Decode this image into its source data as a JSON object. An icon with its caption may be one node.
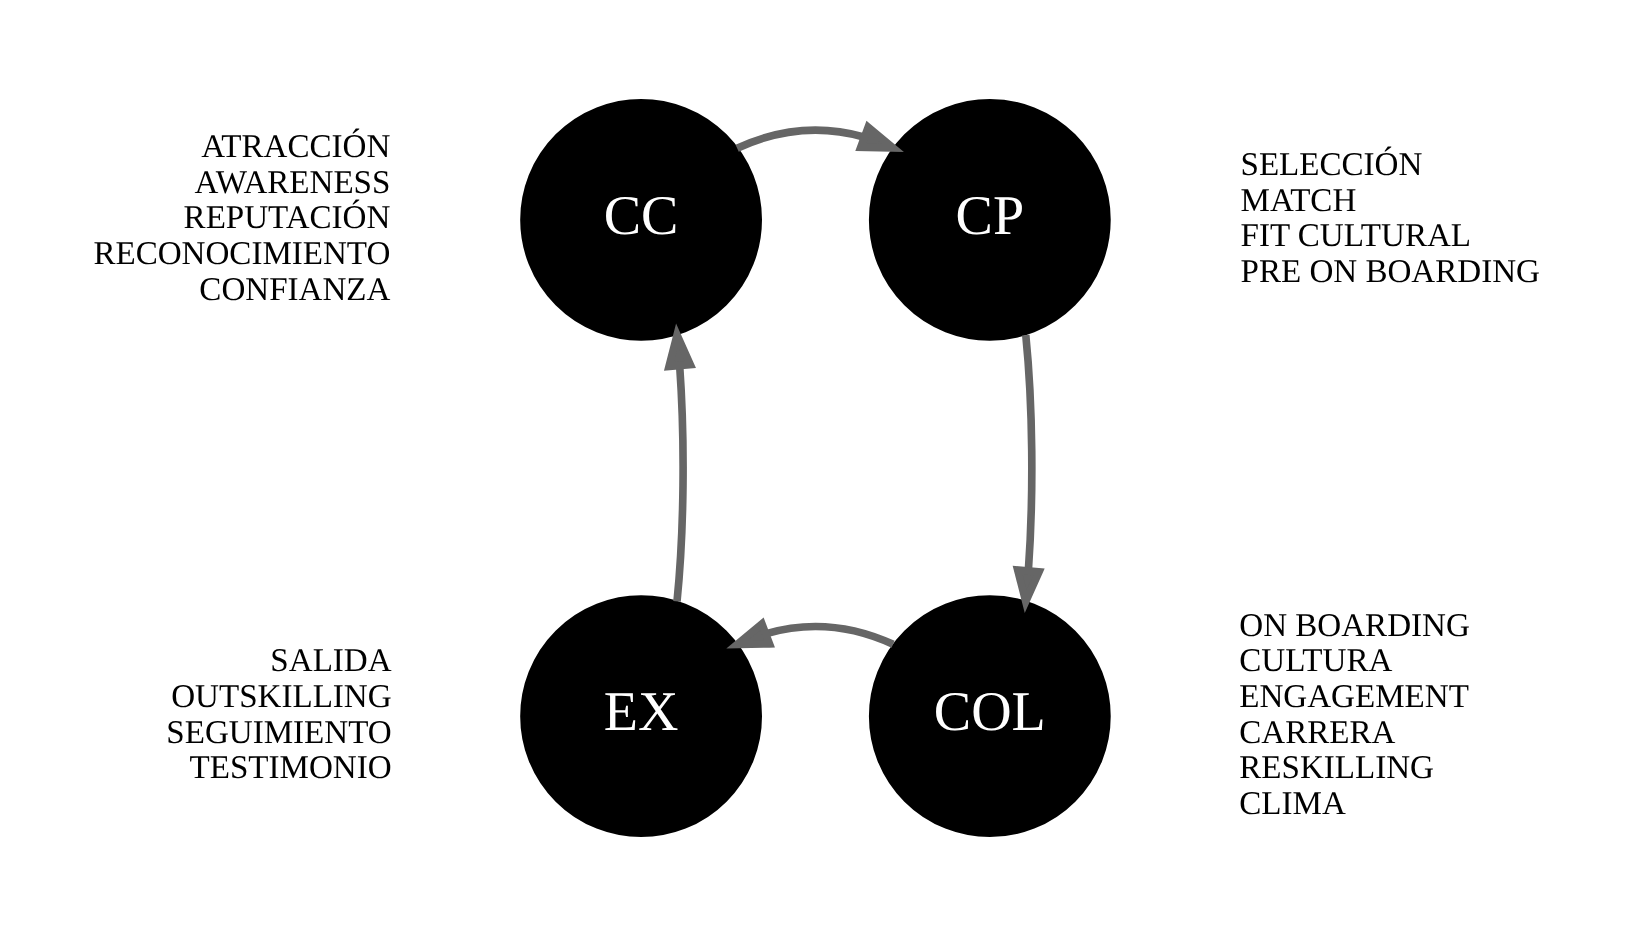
{
  "diagram": {
    "nodes": [
      {
        "text": [
          "CC"
        ],
        "beside": [
          "ATRACCIÓN",
          "AWARENESS",
          "REPUTACIÓN",
          "RECONOCIMIENTO",
          "CONFIANZA"
        ]
      },
      {
        "text": [
          "CP"
        ],
        "beside": [
          "SELECCIÓN",
          "MATCH",
          "FIT CULTURAL",
          "PRE ON BOARDING"
        ]
      },
      {
        "text": [
          "COL"
        ],
        "beside": [
          "ON BOARDING",
          "CULTURA",
          "ENGAGEMENT",
          "CARRERA",
          "RESKILLING",
          "CLIMA"
        ]
      },
      {
        "text": [
          "EX"
        ],
        "beside": [
          "SALIDA",
          "OUTSKILLING",
          "SEGUIMIENTO",
          "TESTIMONIO"
        ]
      }
    ],
    "edges": [
      {
        "from": 0,
        "to": 1,
        "arrow": "to"
      },
      {
        "from": 1,
        "to": 2,
        "arrow": "to"
      },
      {
        "from": 2,
        "to": 3,
        "arrow": "to"
      },
      {
        "from": 3,
        "to": 0,
        "arrow": "to"
      }
    ]
  }
}
